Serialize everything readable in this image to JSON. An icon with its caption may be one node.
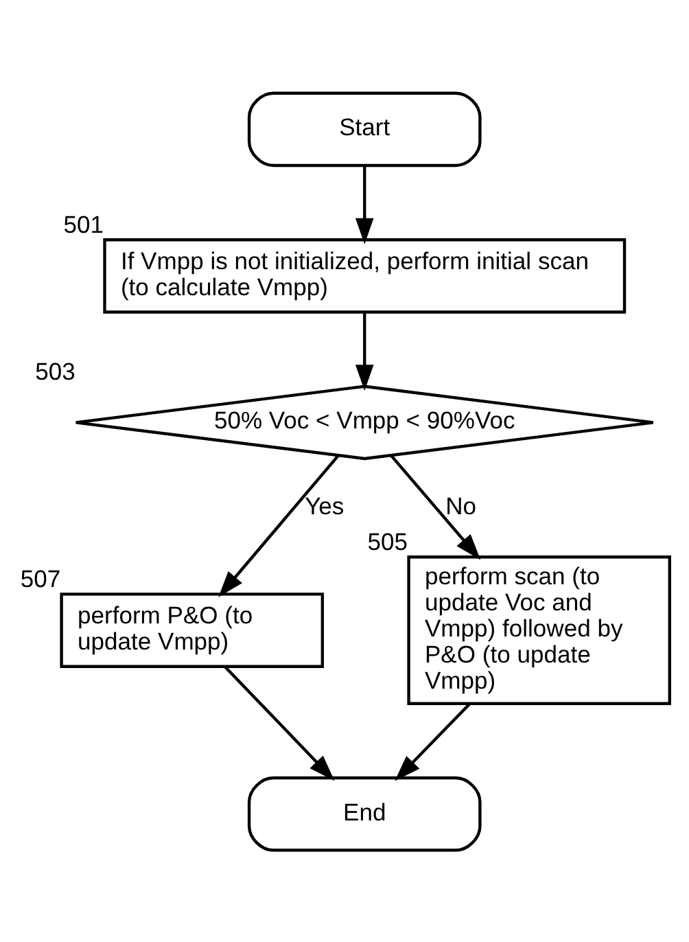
{
  "diagram": {
    "nodes": [
      {
        "text": [
          "Start"
        ]
      },
      {
        "text": [
          "If Vmpp is not initialized, perform initial scan (to calculate Vmpp)"
        ],
        "beside": [
          "501"
        ]
      },
      {
        "text": [
          "50% Voc < Vmpp < 90%Voc"
        ],
        "beside": [
          "503"
        ]
      },
      {
        "text": [
          "perform P&O (to update Vmpp)"
        ],
        "beside": [
          "507"
        ]
      },
      {
        "text": [
          "perform scan (to update Voc and Vmpp) followed by P&O (to update Vmpp)"
        ],
        "beside": [
          "505"
        ]
      },
      {
        "text": [
          "End"
        ]
      }
    ],
    "edges": [
      {
        "from": 0,
        "to": 1,
        "arrow": "to"
      },
      {
        "from": 1,
        "to": 2,
        "arrow": "to"
      },
      {
        "from": 2,
        "to": 3,
        "arrow": "to",
        "label": "Yes"
      },
      {
        "from": 2,
        "to": 4,
        "arrow": "to",
        "label": "No"
      },
      {
        "from": 3,
        "to": 5,
        "arrow": "to"
      },
      {
        "from": 4,
        "to": 5,
        "arrow": "to"
      }
    ]
  }
}
